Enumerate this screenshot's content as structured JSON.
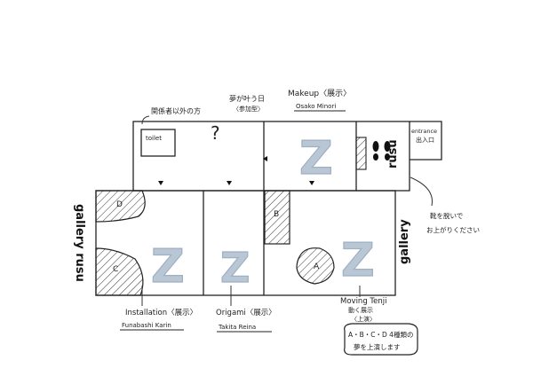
{
  "labels": {
    "toilet_note": "関係者以外の方",
    "toilet": "toilet",
    "participation_title": "夢が叶う日",
    "participation_sub": "〈参加型〉",
    "makeup_title": "Makeup〈展示〉",
    "makeup_artist": "Osako Minori",
    "entrance_title": "entrance",
    "entrance_sub": "出入口",
    "rusu_side": "rusu",
    "gallery_side": "gallery",
    "gallery_rusu_vertical": "gallery rusu",
    "shoe_note_1": "靴を脱いで",
    "shoe_note_2": "お上がりください",
    "room_a": "A",
    "room_b": "B",
    "room_c": "C",
    "room_d": "D",
    "installation_title": "Installation〈展示〉",
    "installation_artist": "Funabashi Karin",
    "origami_title": "Origami〈展示〉",
    "origami_artist": "Takita Reina",
    "moving_title": "Moving Tenji",
    "moving_sub1": "動く展示",
    "moving_sub2": "〈上演〉",
    "moving_note_1": "A・B・C・D 4種類の",
    "moving_note_2": "夢を上演します"
  },
  "z_marks": [
    "Z",
    "Z",
    "Z",
    "Z"
  ],
  "colors": {
    "line": "#222222",
    "z_fill": "#b9c6d4",
    "hatch": "#333333"
  }
}
